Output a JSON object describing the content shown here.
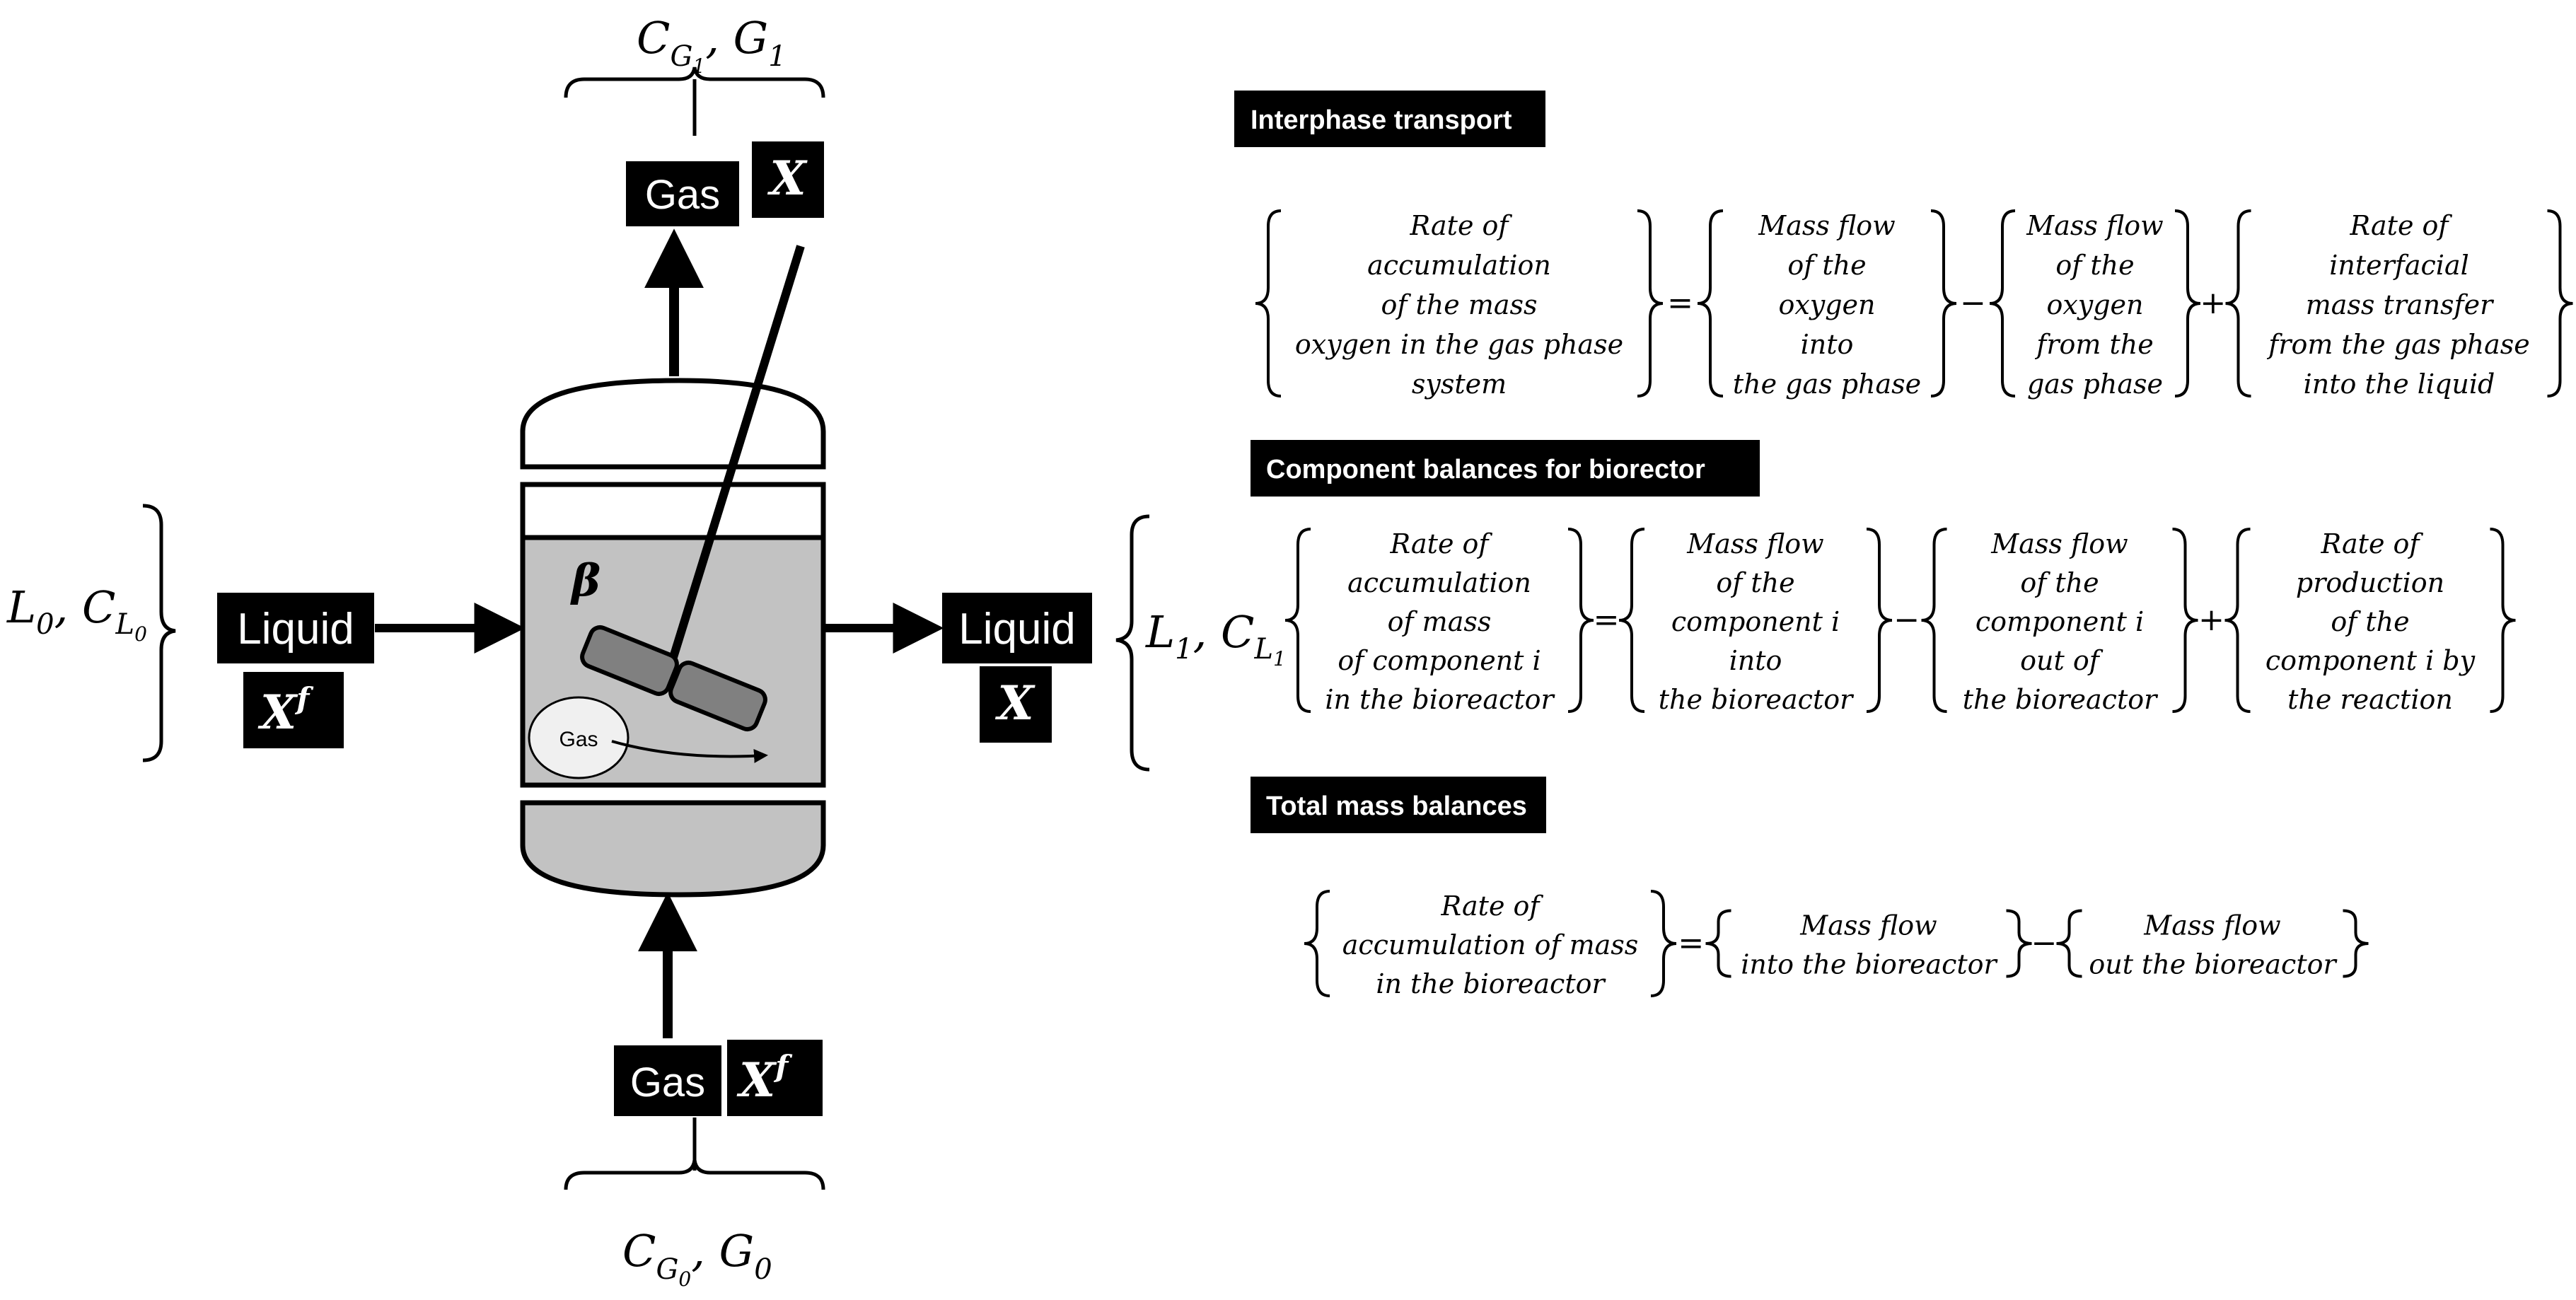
{
  "reactor": {
    "gas_top_label": "Gas",
    "x_top_label": "X",
    "liquid_in_label": "Liquid",
    "xf_in_label": "X",
    "xf_in_sup": "f",
    "liquid_out_label": "Liquid",
    "x_out_label": "X",
    "gas_bottom_label": "Gas",
    "xf_bottom_label": "X",
    "xf_bottom_sup": "f",
    "bubble_label": "Gas",
    "beta_label": "β",
    "top_stream": {
      "c": "C",
      "sub1": "G",
      "sub2": "1",
      "sep": ", ",
      "g": "G",
      "gsub": "1"
    },
    "bottom_stream": {
      "c": "C",
      "sub1": "G",
      "sub2": "0",
      "sep": ", ",
      "g": "G",
      "gsub": "0"
    },
    "left_stream": {
      "l": "L",
      "lsub": "0",
      "sep": ", ",
      "c": "C",
      "sub1": "L",
      "sub2": "0"
    },
    "right_stream": {
      "l": "L",
      "lsub": "1",
      "sep": ", ",
      "c": "C",
      "sub1": "L",
      "sub2": "1"
    }
  },
  "sections": {
    "interphase": {
      "header": "Interphase transport",
      "terms": [
        [
          "Rate of",
          "accumulation",
          "of the mass",
          "oxygen in the gas phase",
          "system"
        ],
        [
          "Mass flow",
          "of the",
          "oxygen",
          "into",
          "the gas phase"
        ],
        [
          "Mass flow",
          "of the",
          "oxygen",
          "from the",
          "gas phase"
        ],
        [
          "Rate of",
          "interfacial",
          "mass transfer",
          "from the gas phase",
          "into the liquid"
        ]
      ],
      "ops": [
        "=",
        "−",
        "+"
      ]
    },
    "component": {
      "header": "Component  balances for biorector",
      "terms": [
        [
          "Rate of",
          "accumulation",
          "of mass",
          "of component i",
          "in the bioreactor"
        ],
        [
          "Mass flow",
          "of the",
          "component i",
          "into",
          "the bioreactor"
        ],
        [
          "Mass flow",
          "of the",
          "component i",
          "out of",
          "the bioreactor"
        ],
        [
          "Rate of",
          "production",
          "of the",
          "component i by",
          "the reaction"
        ]
      ],
      "ops": [
        "=",
        "−",
        "+"
      ]
    },
    "total": {
      "header": "Total mass balances",
      "terms": [
        [
          "Rate of",
          "accumulation of mass",
          "in the bioreactor"
        ],
        [
          "Mass flow",
          "into the bioreactor"
        ],
        [
          "Mass flow",
          "out the bioreactor"
        ]
      ],
      "ops": [
        "=",
        "−"
      ]
    }
  }
}
